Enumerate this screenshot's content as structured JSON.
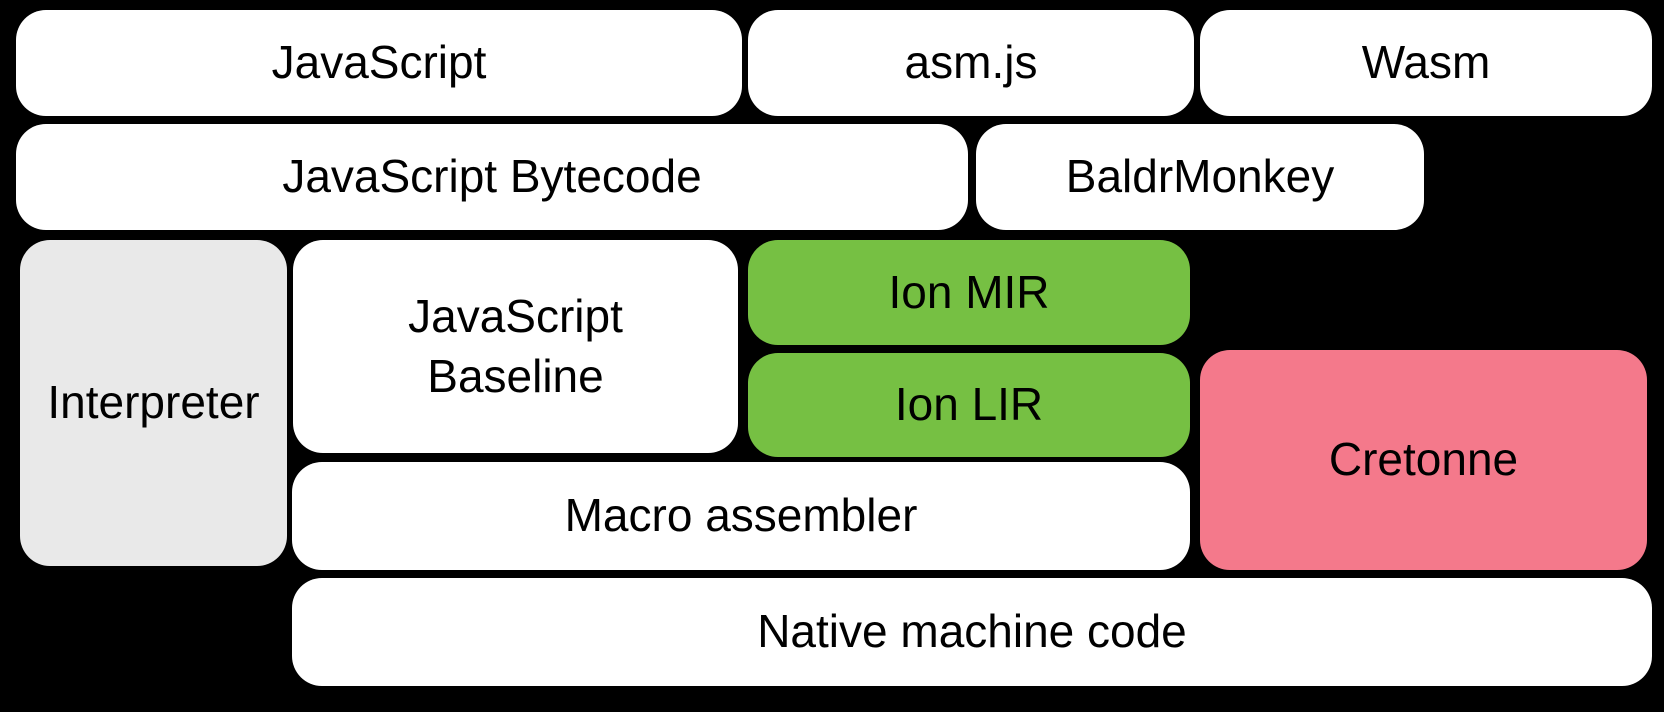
{
  "diagram": {
    "background_color": "#000000",
    "text_color": "#000000",
    "colors": {
      "box_white": "#ffffff",
      "box_gray": "#e9e9e9",
      "box_green": "#76c043",
      "box_pink": "#f4798b"
    },
    "nodes": {
      "javascript": {
        "label": "JavaScript"
      },
      "asmjs": {
        "label": "asm.js"
      },
      "wasm": {
        "label": "Wasm"
      },
      "bytecode": {
        "label": "JavaScript Bytecode"
      },
      "baldrmonkey": {
        "label": "BaldrMonkey"
      },
      "interpreter": {
        "label": "Interpreter"
      },
      "baseline": {
        "label": "JavaScript\nBaseline"
      },
      "ion_mir": {
        "label": "Ion MIR"
      },
      "ion_lir": {
        "label": "Ion LIR"
      },
      "cretonne": {
        "label": "Cretonne"
      },
      "macro_assembler": {
        "label": "Macro assembler"
      },
      "native_machine_code": {
        "label": "Native machine code"
      }
    }
  }
}
